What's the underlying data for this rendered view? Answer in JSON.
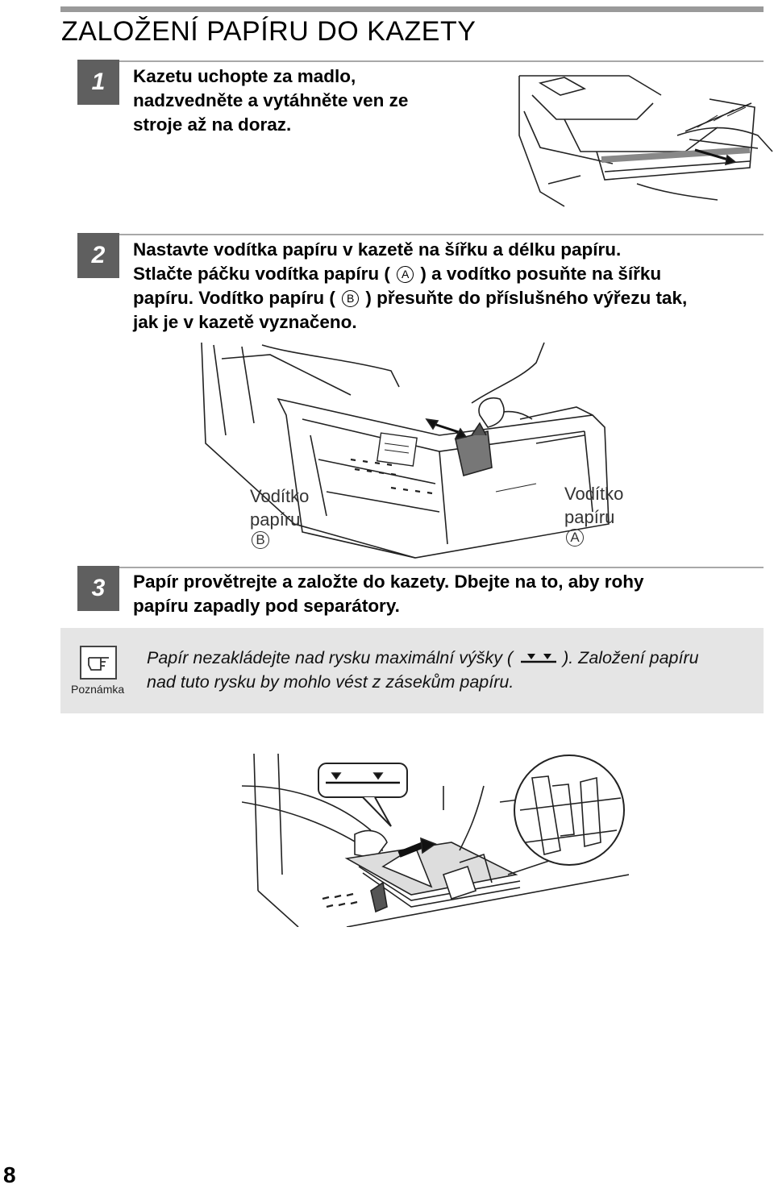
{
  "page": {
    "title": "ZALOŽENÍ PAPÍRU DO KAZETY",
    "number": "8"
  },
  "steps": [
    {
      "number": "1",
      "lines": [
        "Kazetu uchopte za madlo,",
        "nadzvedněte a vytáhněte ven ze",
        "stroje až na doraz."
      ]
    },
    {
      "number": "2",
      "line1": "Nastavte vodítka papíru v kazetě na šířku a délku papíru.",
      "line2_a": "Stlačte páčku vodítka papíru (",
      "line2_b": ") a vodítko posuňte na šířku",
      "line3_a": "papíru. Vodítko papíru (",
      "line3_b": ") přesuňte do příslušného výřezu tak,",
      "line4": "jak je v kazetě vyznačeno.",
      "letter_a": "A",
      "letter_b": "B",
      "callouts": {
        "guide_b": {
          "line1": "Vodítko",
          "line2": "papíru",
          "letter": "B"
        },
        "guide_a": {
          "line1": "Vodítko",
          "line2": "papíru",
          "letter": "A"
        }
      }
    },
    {
      "number": "3",
      "lines": [
        "Papír provětrejte a založte do kazety. Dbejte na to, aby rohy",
        "papíru zapadly pod separátory."
      ]
    }
  ],
  "note": {
    "label": "Poznámka",
    "icon": "pointing-hand-icon",
    "line1_a": "Papír nezakládejte nad rysku maximální výšky (",
    "line1_b": "). Založení papíru",
    "line2": "nad tuto rysku by mohlo vést z zásekům papíru."
  },
  "colors": {
    "step_badge": "#5f5f5f",
    "rule": "#a8a8a8",
    "note_background": "#e5e5e5"
  }
}
